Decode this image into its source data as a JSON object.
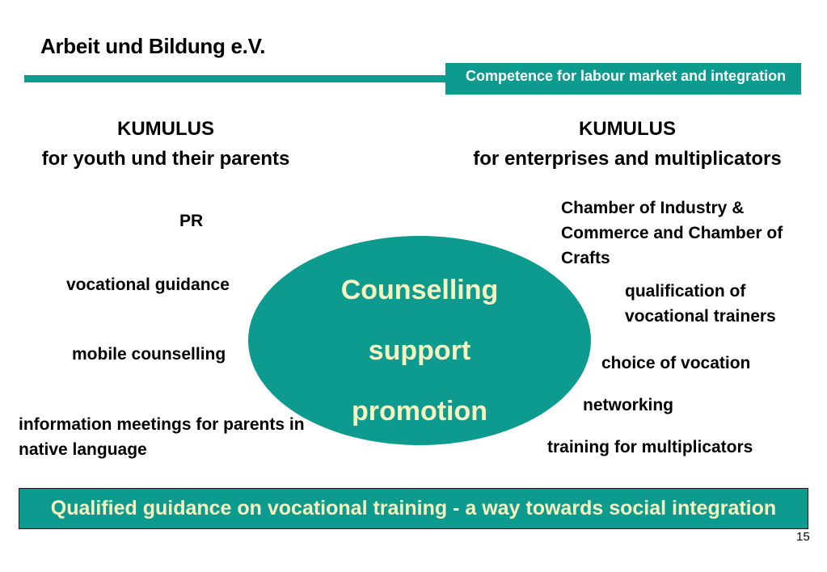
{
  "header": {
    "org_title": "Arbeit und Bildung e.V.",
    "tagline": "Competence for labour market and integration",
    "accent_color": "#0d9b8f"
  },
  "left_column": {
    "heading_line1": "KUMULUS",
    "heading_line2": "for youth und their parents",
    "items": [
      "PR",
      "vocational guidance",
      "mobile counselling",
      "information meetings for parents in",
      "native language"
    ]
  },
  "right_column": {
    "heading_line1": "KUMULUS",
    "heading_line2": "for enterprises and multiplicators",
    "items": [
      "Chamber of Industry &",
      "Commerce and Chamber of",
      "Crafts",
      "qualification of",
      "vocational trainers",
      "choice of vocation",
      "networking",
      "training for multiplicators"
    ]
  },
  "center": {
    "lines": [
      "Counselling",
      "support",
      "promotion"
    ],
    "text_color": "#f5f3c0"
  },
  "banner": {
    "text": "Qualified guidance on vocational training - a way towards social integration"
  },
  "page_number": "15"
}
